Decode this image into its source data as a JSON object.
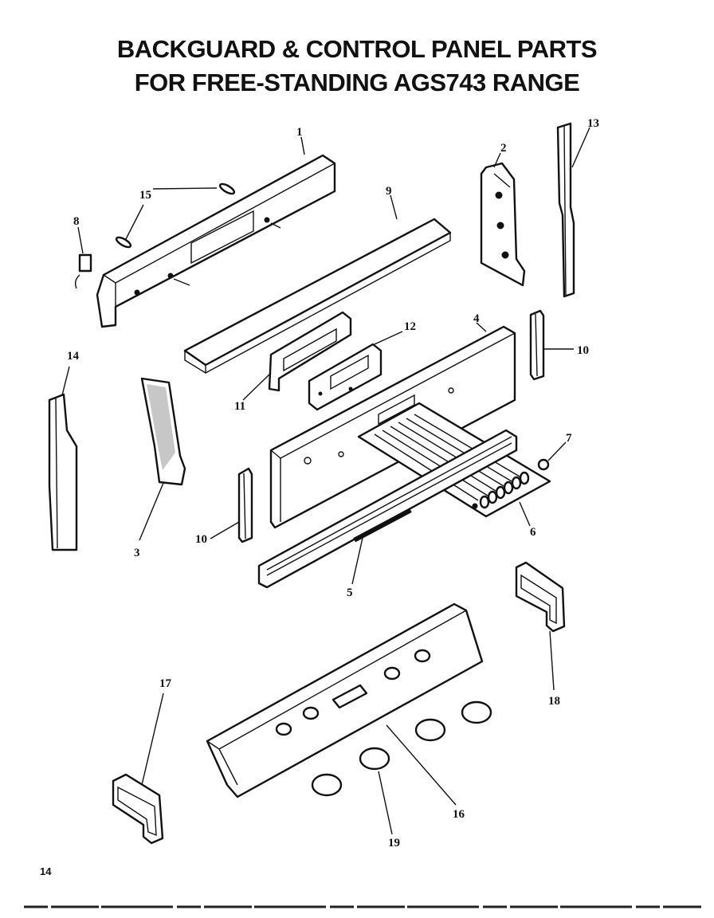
{
  "title": {
    "line1": "BACKGUARD & CONTROL PANEL PARTS",
    "line2": "FOR FREE-STANDING AGS743 RANGE"
  },
  "callouts": {
    "c1": "1",
    "c2": "2",
    "c3": "3",
    "c4": "4",
    "c5": "5",
    "c6": "6",
    "c7": "7",
    "c8": "8",
    "c9": "9",
    "c10a": "10",
    "c10b": "10",
    "c11": "11",
    "c12": "12",
    "c13": "13",
    "c14": "14",
    "c15": "15",
    "c16": "16",
    "c17": "17",
    "c18": "18",
    "c19": "19"
  },
  "page_number": "14"
}
